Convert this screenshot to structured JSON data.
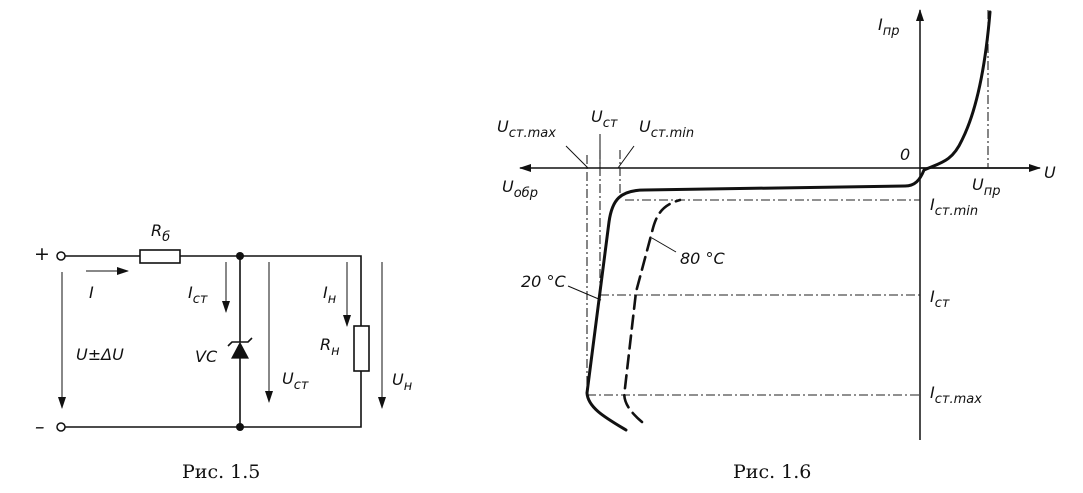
{
  "fig5": {
    "caption": "Рис. 1.5",
    "plus": "+",
    "minus": "–",
    "r_base": {
      "main": "R",
      "sub": "б"
    },
    "current_i": "I",
    "voltage_u": "U±ΔU",
    "i_st": {
      "main": "I",
      "sub": "ст"
    },
    "diode": "VC",
    "u_st": {
      "main": "U",
      "sub": "ст"
    },
    "i_load": {
      "main": "I",
      "sub": "н"
    },
    "r_load": {
      "main": "R",
      "sub": "н"
    },
    "u_load": {
      "main": "U",
      "sub": "н"
    }
  },
  "fig6": {
    "caption": "Рис. 1.6",
    "y_axis": {
      "main": "I",
      "sub": "пр"
    },
    "x_axis": "U",
    "origin": "0",
    "u_rev": {
      "main": "U",
      "sub": "обр"
    },
    "u_fwd": {
      "main": "U",
      "sub": "пр"
    },
    "u_st_max": {
      "main": "U",
      "sub": "ст.max"
    },
    "u_st": {
      "main": "U",
      "sub": "ст"
    },
    "u_st_min": {
      "main": "U",
      "sub": "ст.min"
    },
    "i_st_min": {
      "main": "I",
      "sub": "ст.min"
    },
    "i_st": {
      "main": "I",
      "sub": "ст"
    },
    "i_st_max": {
      "main": "I",
      "sub": "ст.max"
    },
    "t20": "20 °C",
    "t80": "80 °C"
  }
}
